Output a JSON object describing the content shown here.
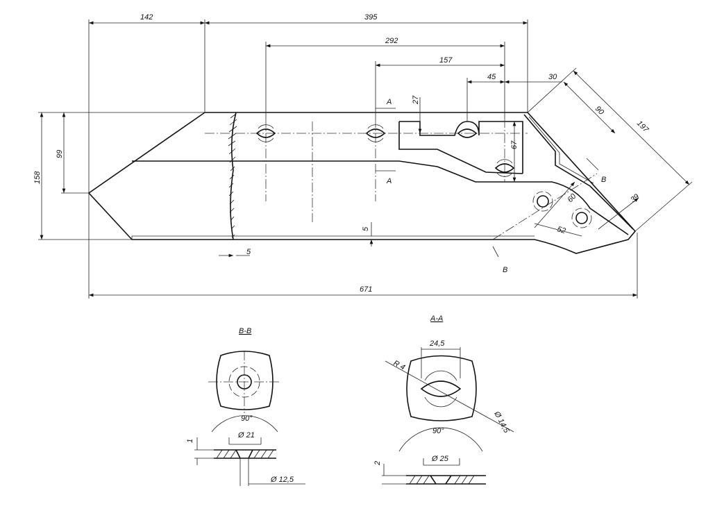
{
  "drawing": {
    "dimensions": {
      "d142": "142",
      "d395": "395",
      "d292": "292",
      "d157": "157",
      "d45": "45",
      "d30": "30",
      "d90": "90",
      "d197": "197",
      "d27": "27",
      "d67": "67",
      "d99": "99",
      "d158": "158",
      "d5_bottom": "5",
      "d5_mid": "5",
      "d60": "60",
      "d39": "39",
      "d52": "52",
      "d671": "671"
    },
    "section_marks": {
      "a_top": "A",
      "a_bottom": "A",
      "b_top": "B",
      "b_bottom": "B"
    },
    "section_bb": {
      "title": "B-B",
      "angle": "90°",
      "dia_countersink": "Ø 21",
      "thickness": "1",
      "dia_hole": "Ø 12,5"
    },
    "section_aa": {
      "title": "A-A",
      "width": "24,5",
      "radius": "R 4",
      "dia_hole": "Ø 14,5",
      "angle": "90°",
      "dia_countersink": "Ø 25",
      "thickness": "2"
    }
  }
}
